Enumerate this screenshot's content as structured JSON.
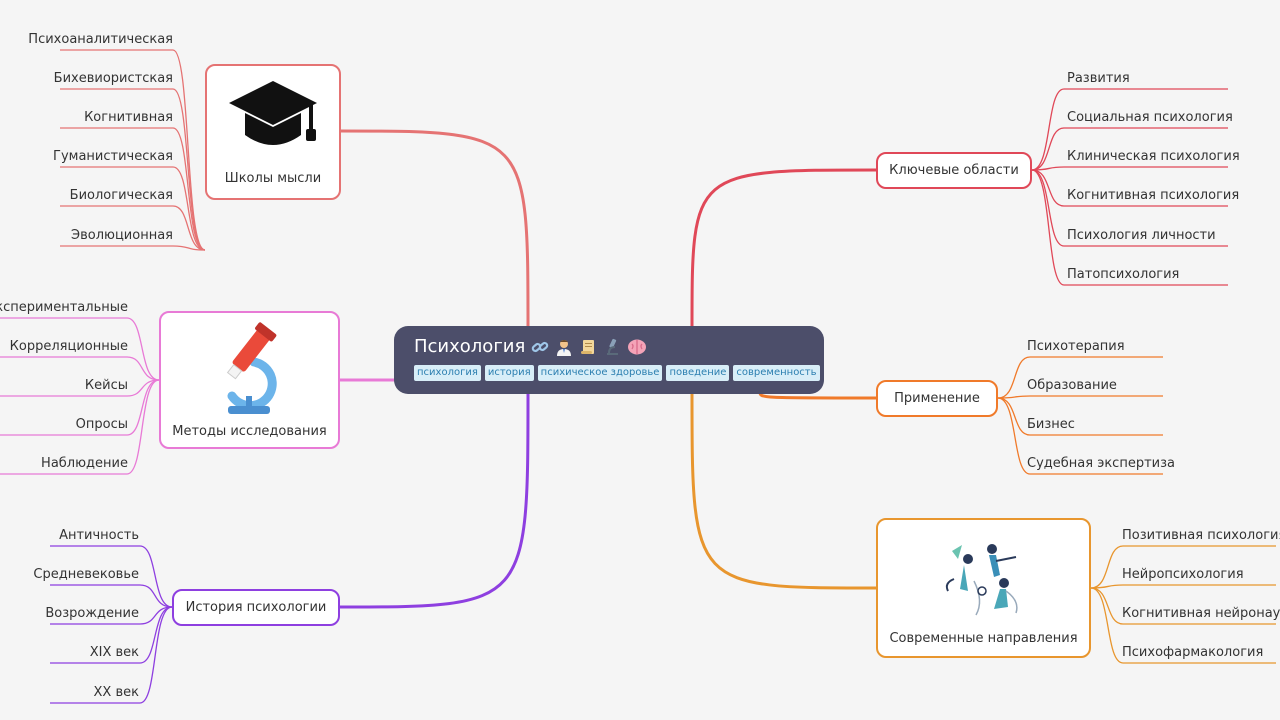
{
  "root": {
    "title": "Психология",
    "tags": [
      "психология",
      "история",
      "психическое здоровье",
      "поведение",
      "современность"
    ]
  },
  "branches": {
    "schools": {
      "label": "Школы мысли",
      "color": "#e57373",
      "icon": "graduation-cap-icon",
      "children": [
        "Психоаналитическая",
        "Бихевиористская",
        "Когнитивная",
        "Гуманистическая",
        "Биологическая",
        "Эволюционная"
      ]
    },
    "methods": {
      "label": "Методы исследования",
      "color": "#e87ad6",
      "icon": "microscope-icon",
      "children": [
        "Экспериментальные",
        "Корреляционные",
        "Кейсы",
        "Опросы",
        "Наблюдение"
      ]
    },
    "history": {
      "label": "История психологии",
      "color": "#8e3fe0",
      "children": [
        "Античность",
        "Средневековье",
        "Возрождение",
        "XIX век",
        "XX век"
      ]
    },
    "areas": {
      "label": "Ключевые области",
      "color": "#e04858",
      "children": [
        "Развития",
        "Социальная психология",
        "Клиническая психология",
        "Когнитивная психология",
        "Психология личности",
        "Патопсихология"
      ]
    },
    "application": {
      "label": "Применение",
      "color": "#f07a2a",
      "children": [
        "Психотерапия",
        "Образование",
        "Бизнес",
        "Судебная экспертиза"
      ]
    },
    "modern": {
      "label": "Современные направления",
      "color": "#e8962e",
      "icon": "people-illustration-icon",
      "children": [
        "Позитивная психология",
        "Нейропсихология",
        "Когнитивная нейронаука",
        "Психофармакология"
      ]
    }
  }
}
